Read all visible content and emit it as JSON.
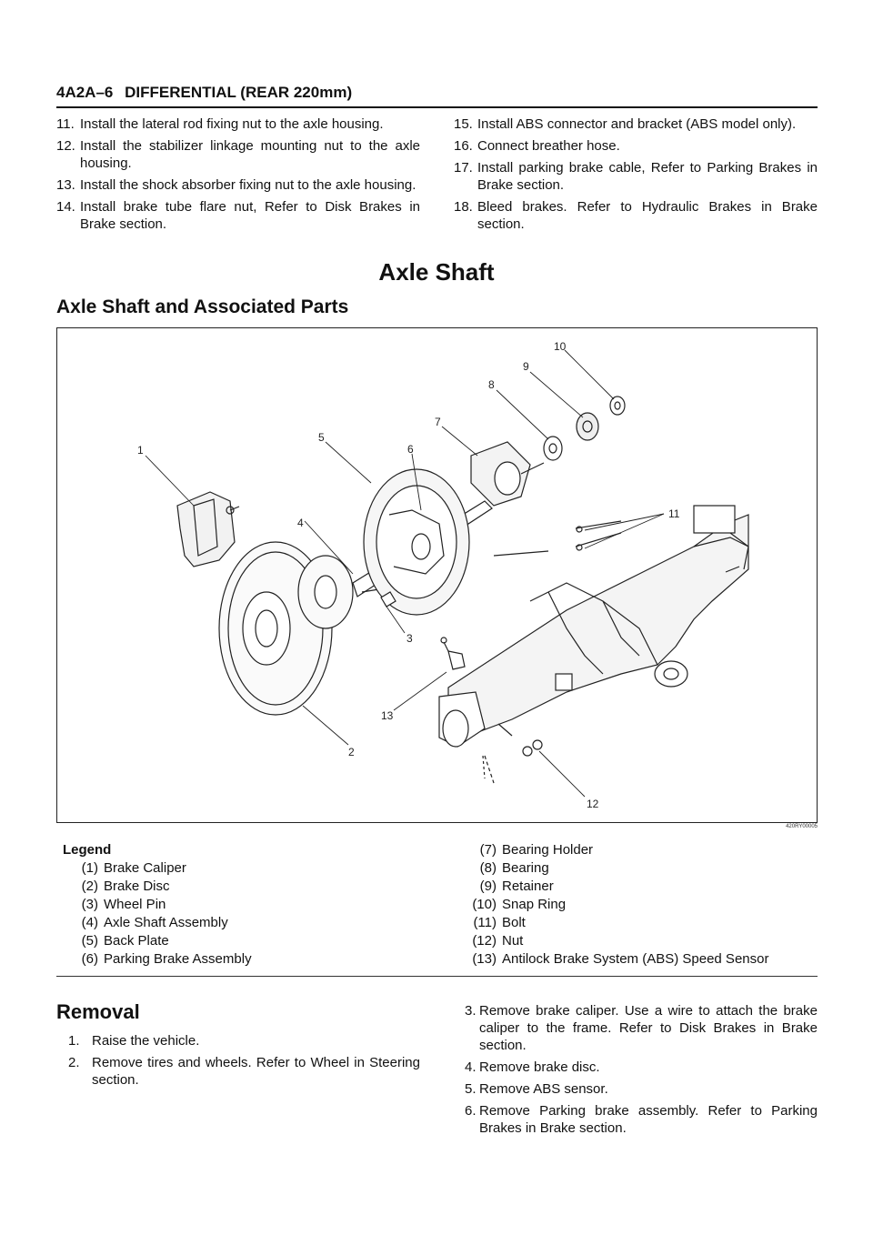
{
  "header": {
    "code": "4A2A–6",
    "title": "DIFFERENTIAL (REAR 220mm)"
  },
  "install_steps": [
    {
      "num": "11.",
      "text": "Install the lateral rod fixing nut to the axle housing."
    },
    {
      "num": "12.",
      "text": "Install the stabilizer linkage mounting nut to the axle housing."
    },
    {
      "num": "13.",
      "text": "Install the shock absorber fixing nut to the axle housing."
    },
    {
      "num": "14.",
      "text": "Install brake tube flare nut, Refer to Disk Brakes in Brake section."
    },
    {
      "num": "15.",
      "text": "Install ABS connector and bracket (ABS model only)."
    },
    {
      "num": "16.",
      "text": "Connect breather hose."
    },
    {
      "num": "17.",
      "text": "Install parking brake cable, Refer to Parking Brakes in Brake section."
    },
    {
      "num": "18.",
      "text": "Bleed brakes. Refer to Hydraulic Brakes in Brake section."
    }
  ],
  "section_title": "Axle Shaft",
  "subsection_title": "Axle Shaft and Associated Parts",
  "figure": {
    "code": "420RY00005",
    "callouts": [
      "1",
      "2",
      "3",
      "4",
      "5",
      "6",
      "7",
      "8",
      "9",
      "10",
      "11",
      "12",
      "13"
    ]
  },
  "legend": {
    "title": "Legend",
    "items": [
      {
        "num": "(1)",
        "label": "Brake Caliper"
      },
      {
        "num": "(2)",
        "label": "Brake Disc"
      },
      {
        "num": "(3)",
        "label": "Wheel Pin"
      },
      {
        "num": "(4)",
        "label": "Axle Shaft Assembly"
      },
      {
        "num": "(5)",
        "label": "Back Plate"
      },
      {
        "num": "(6)",
        "label": "Parking Brake Assembly"
      },
      {
        "num": "(7)",
        "label": "Bearing Holder"
      },
      {
        "num": "(8)",
        "label": "Bearing"
      },
      {
        "num": "(9)",
        "label": "Retainer"
      },
      {
        "num": "(10)",
        "label": "Snap Ring"
      },
      {
        "num": "(11)",
        "label": "Bolt"
      },
      {
        "num": "(12)",
        "label": "Nut"
      },
      {
        "num": "(13)",
        "label": "Antilock Brake System (ABS) Speed Sensor"
      }
    ]
  },
  "removal": {
    "title": "Removal",
    "steps": [
      {
        "num": "1.",
        "text": "Raise the vehicle."
      },
      {
        "num": "2.",
        "text": "Remove tires and wheels. Refer to Wheel in Steering section."
      },
      {
        "num": "3.",
        "text": "Remove brake caliper. Use a wire to attach the brake caliper to the frame. Refer to Disk Brakes in Brake section."
      },
      {
        "num": "4.",
        "text": "Remove brake disc."
      },
      {
        "num": "5.",
        "text": "Remove ABS sensor."
      },
      {
        "num": "6.",
        "text": "Remove Parking brake assembly. Refer to Parking Brakes in Brake section."
      }
    ]
  }
}
